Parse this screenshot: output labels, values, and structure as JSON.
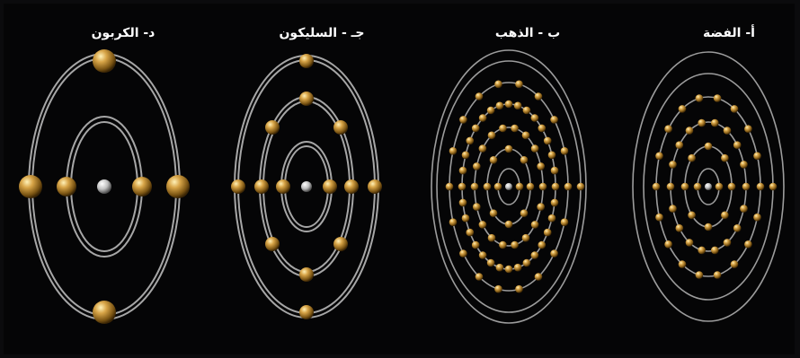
{
  "panels": [
    {
      "id": "carbon",
      "label": "د- الكربون"
    },
    {
      "id": "silicon",
      "label": "جـ - السليكون"
    },
    {
      "id": "gold",
      "label": "ب - الذهب"
    },
    {
      "id": "silver",
      "label": "أ- الفضة"
    }
  ],
  "colors": {
    "background": "#050506",
    "orbit": "#cfcfcf",
    "electron": "#c8962f",
    "nucleus": "#d8d8d8"
  }
}
